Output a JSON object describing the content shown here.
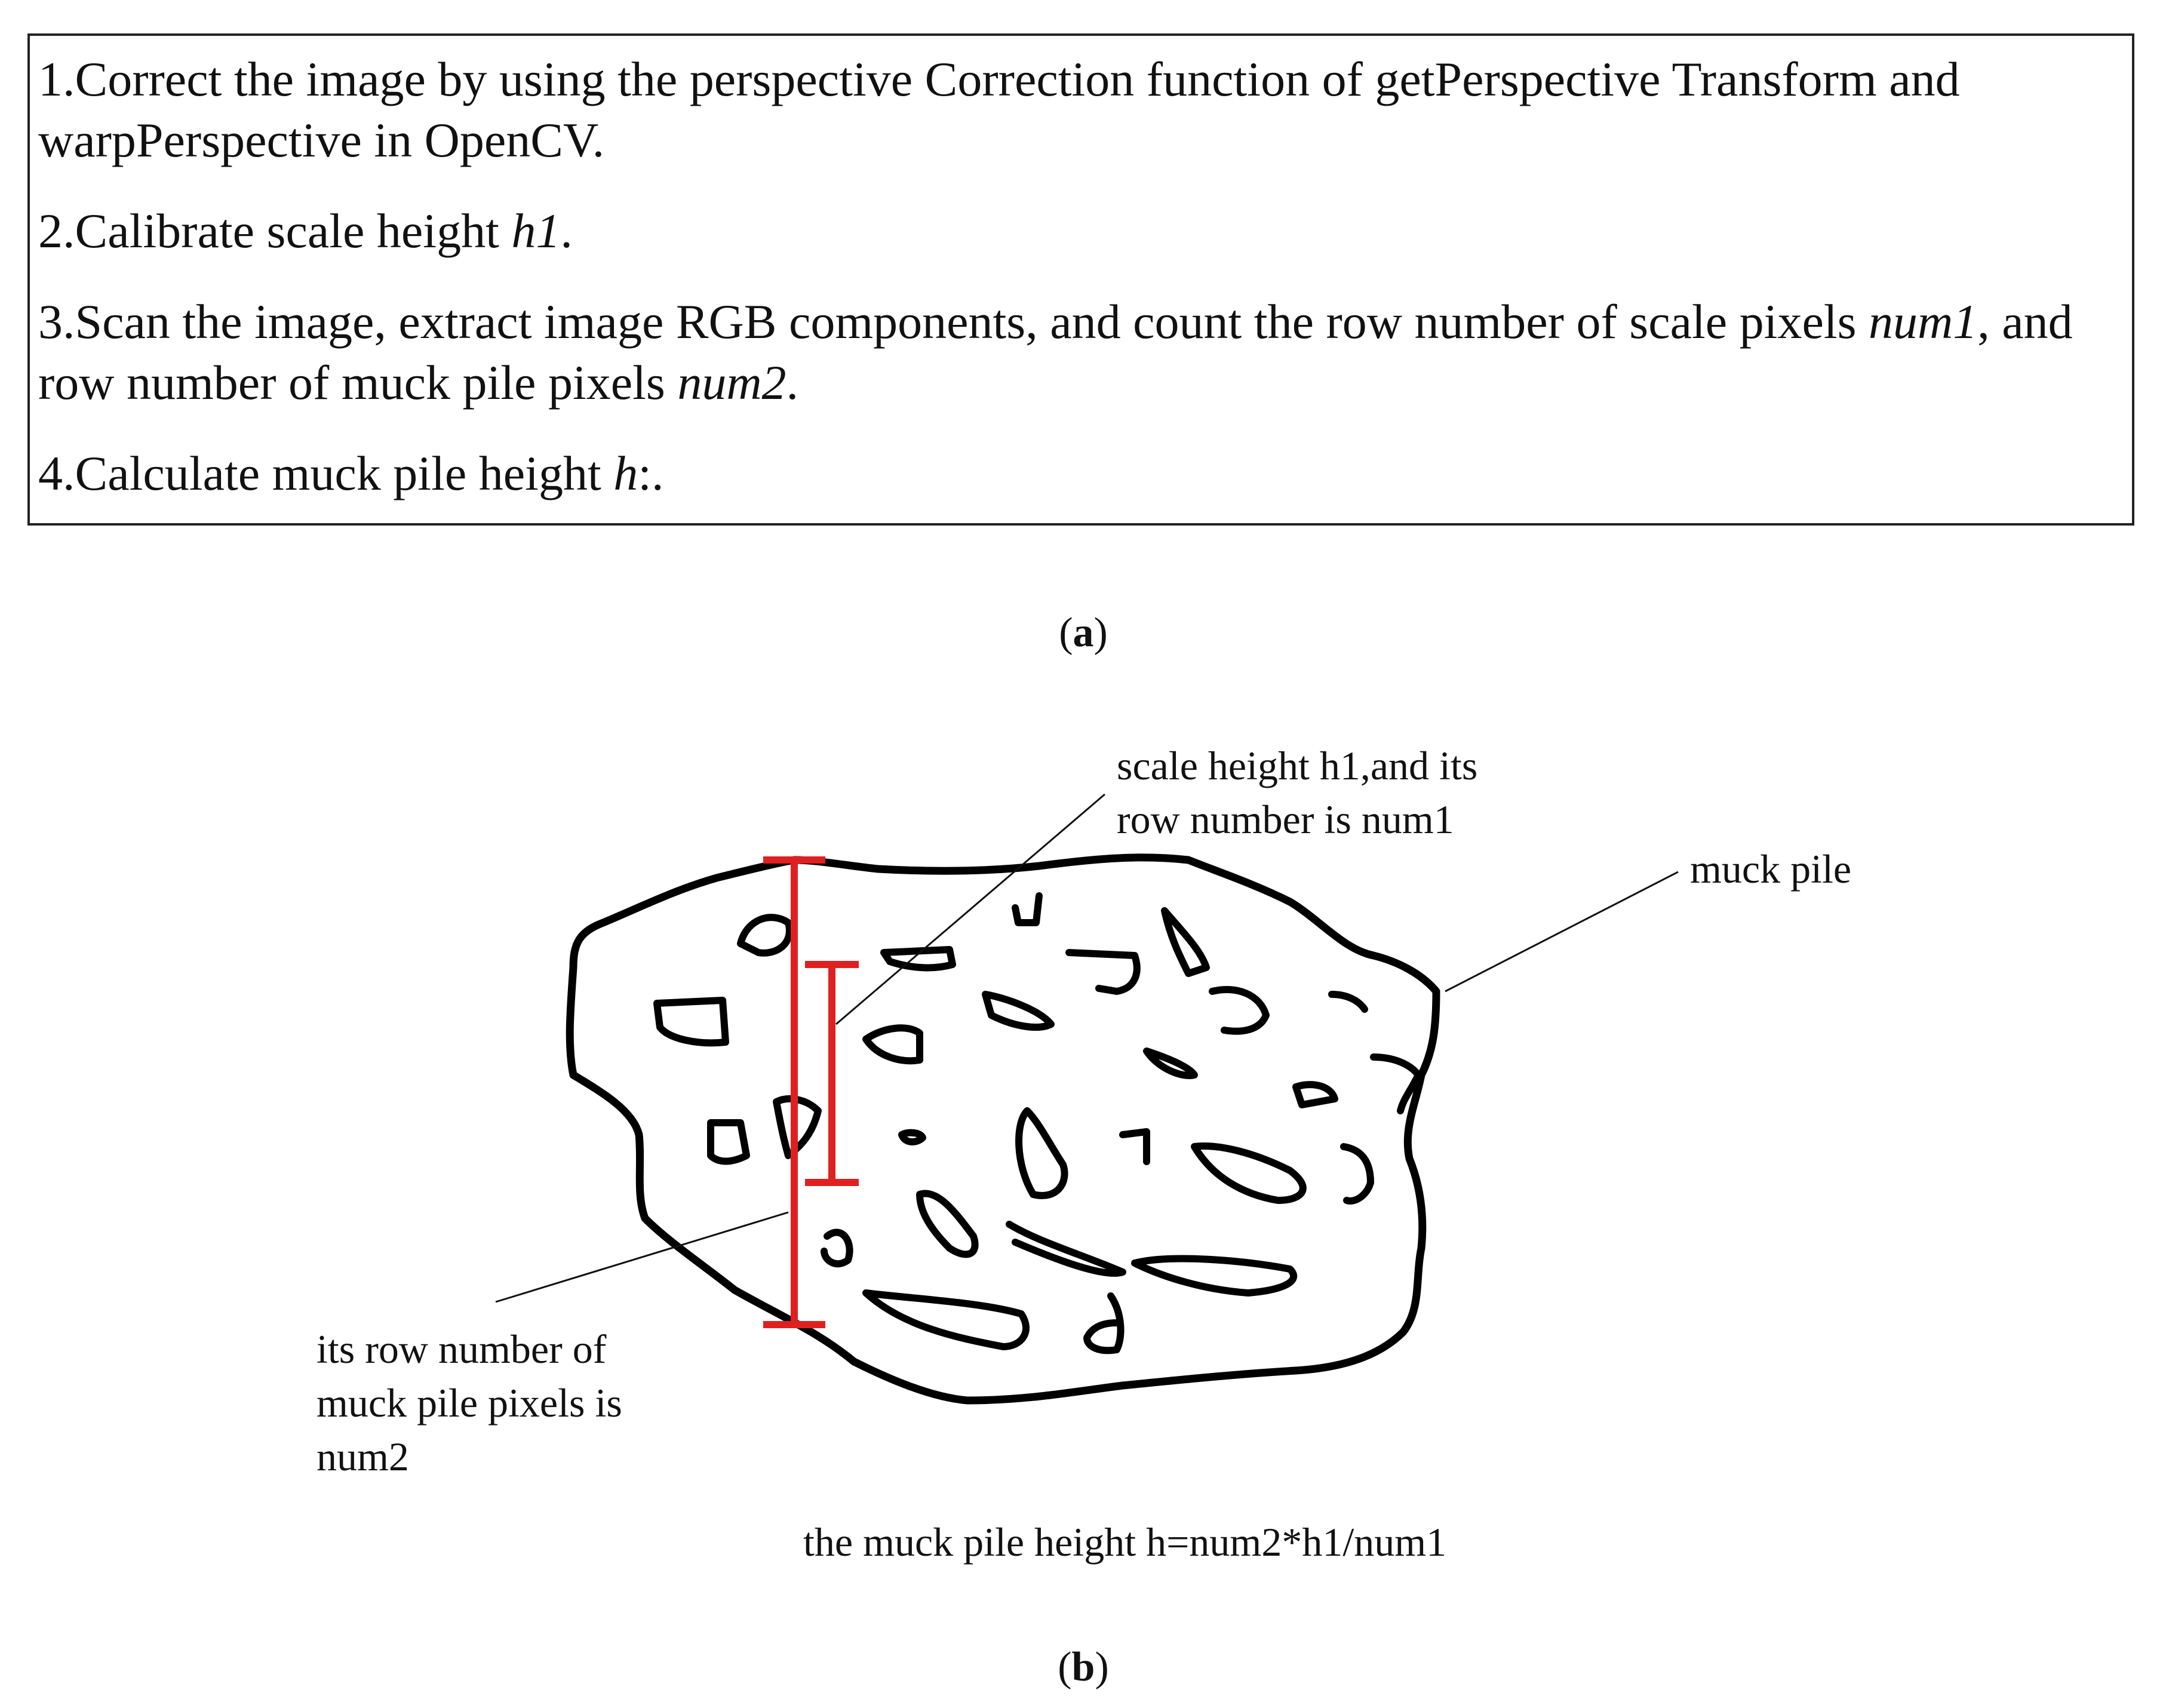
{
  "panel_a": {
    "steps": [
      {
        "pre": "1.Correct the image by using the perspective Correction function of getPerspective Transform and",
        "line2": "warpPerspective in OpenCV."
      },
      {
        "pre": "2.Calibrate scale height ",
        "var": "h1",
        "post": "."
      },
      {
        "pre": "3.Scan the image, extract image RGB components, and count the row number of scale pixels ",
        "var": "num1",
        "post": ", and",
        "line2_pre": "row number of muck pile pixels ",
        "line2_var": "num2",
        "line2_post": "."
      },
      {
        "pre": "4.Calculate muck pile height ",
        "var": "h",
        "post": ":."
      }
    ],
    "caption_letter": "a"
  },
  "panel_b": {
    "label_scale_line1": "scale height h1,and its",
    "label_scale_line2": "row number is num1",
    "label_muck": "muck pile",
    "label_rows_line1": "its row number of",
    "label_rows_line2": "muck pile pixels is",
    "label_rows_line3": "num2",
    "formula": "the muck pile height h=num2*h1/num1",
    "caption_letter": "b",
    "colors": {
      "outline": "#000000",
      "scale_bars": "#e02020",
      "leader_lines": "#111111"
    }
  }
}
